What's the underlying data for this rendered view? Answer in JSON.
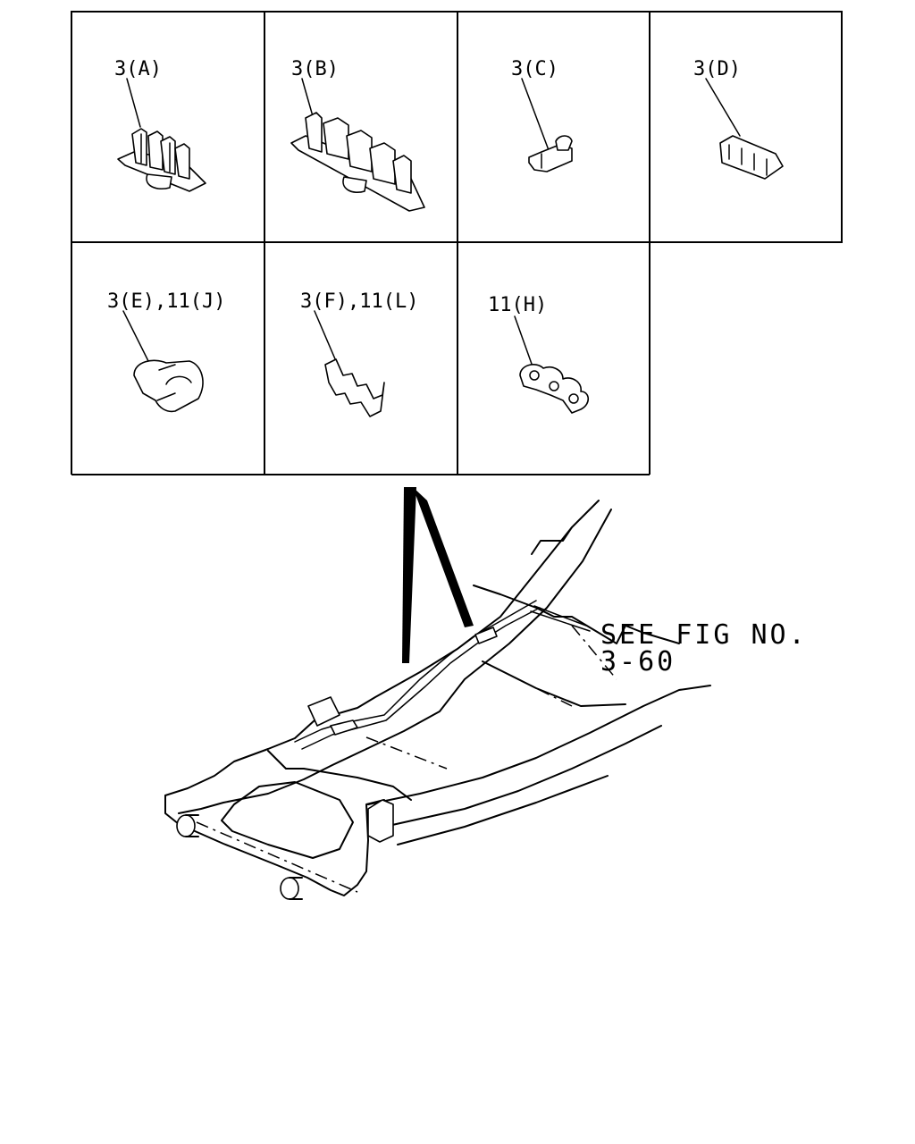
{
  "labels": {
    "a": "3(A)",
    "b": "3(B)",
    "c": "3(C)",
    "d": "3(D)",
    "e": "3(E),11(J)",
    "f": "3(F),11(L)",
    "h": "11(H)"
  },
  "reference": {
    "line1": "SEE FIG NO.",
    "line2": "3-60"
  }
}
